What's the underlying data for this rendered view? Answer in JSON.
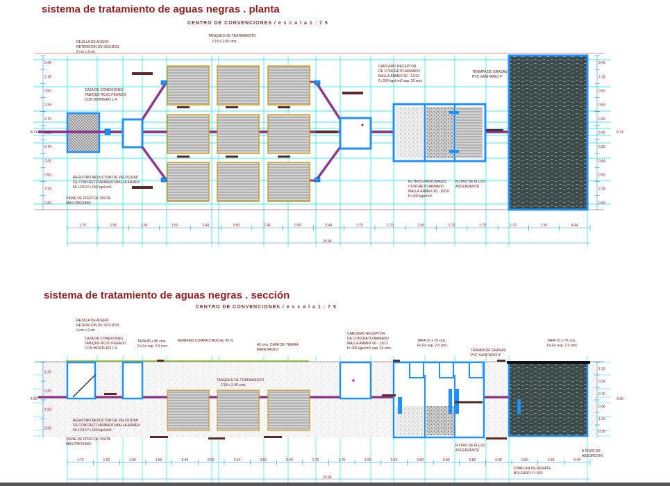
{
  "plan": {
    "title": "sistema de tratamiento de aguas negras . planta",
    "subtitle": "CENTRO DE CONVENCIONES / e s c a l a   1 : 7 5",
    "labels": {
      "rejilla": [
        "REJILLA DE ACERO",
        "RETENCION DE SOLIDOS",
        "2 cm x 2 cm"
      ],
      "caja": [
        "CAJA DE CONEXIONES",
        "TABIQUE ROJO PEGADO",
        "CON MORTERO 1:4"
      ],
      "tanques": [
        "TANQUES DE TRATAMIENTO",
        "2.18 x 2.46 cms."
      ],
      "carcamo": [
        "CARCAMO RECEPTOR",
        "DE CONCRETO ARMADO",
        "MALLA ARMEX 66 - 12/12",
        "f'c 200 kgs/cm2 esp. 20 cms."
      ],
      "trampa": [
        "TRAMPA DE GRASAS",
        "PVC SANITARIO 4\""
      ],
      "registro": [
        "REGISTRO REDUCTOR DE VELOCIDAD",
        "DE CONCRETO ARMADO MALLA ARMEX",
        "66-12/12 f'c 150 kgs/cm2."
      ],
      "viene": [
        "VIENE DE POZO DE VISITA",
        "MAS PROXIMO"
      ],
      "filtros": [
        "FILTROS PRINCIPALES",
        "CONCRETO ARMADO",
        "MALLA ARMEX 66 - 10/10",
        "f'c 200 kgs/cm2"
      ],
      "filtro_flujo": [
        "FILTRO DE FLUJO",
        "ASCENDENTE"
      ]
    },
    "dims_bottom": [
      "1.70",
      "1.50",
      "1.00",
      "1.50",
      "2.44",
      "0.50",
      "2.44",
      "0.50",
      "2.44",
      "1.70",
      "1.70",
      "1.50",
      "1.70",
      "1.70",
      "1.70",
      "1.50",
      "4.44"
    ],
    "total": "25.96",
    "dims_left": [
      "0.40",
      "2.18",
      "0.50",
      "0.26",
      "0.76",
      "0.50",
      "0.76",
      "0.26",
      "0.50",
      "2.18",
      "0.40"
    ],
    "total_left": "8.74",
    "dims_right": [
      "0.40",
      "2.18",
      "0.50",
      "0.64",
      "0.30",
      "0.70",
      "0.30",
      "0.64",
      "0.50",
      "2.18",
      "0.40"
    ],
    "total_right": "8.74"
  },
  "section": {
    "title": "sistema de tratamiento de aguas negras . sección",
    "subtitle": "CENTRO DE CONVENCIONES / e s c a l a   1 : 7 5",
    "labels": {
      "rejilla": [
        "REJILLA DE ACERO",
        "RETENCION DE SOLIDOS",
        "2 cm x 2 cm"
      ],
      "caja": [
        "CAJA DE CONEXIONES",
        "TABIQUE ROJO PEGADO",
        "CON MORTERO 1:4"
      ],
      "tapa1": [
        "TAPA 85 x 85 cms.",
        "Fo.Fo esp. 2.5 cms."
      ],
      "terreno": "TERRENO COMPACTADO AL 95 %",
      "capa": [
        "40 cms. CAPA DE TIERRA",
        "PARA PASTO"
      ],
      "tanques": [
        "TANQUES DE TRATAMIENTO",
        "2.18 x 2.46 cms."
      ],
      "carcamo": [
        "CARCAMO RECEPTOR",
        "DE CONCRETO ARMADO",
        "MALLA ARMEX 66 - 12/12",
        "f'c 200 kgs/cm2 esp. 20 cms."
      ],
      "tapa2": [
        "TAPA 70 x 70 cms.",
        "Fo.Fo esp. 2.5 cms."
      ],
      "trampa": [
        "TRAMPA DE GRASAS",
        "PVC SANITARIO 4\""
      ],
      "tapa3": [
        "TAPA 70 x 70 cms.",
        "Fo.Fo esp. 2.5 cms."
      ],
      "registro": [
        "REGISTRO REDUCTOR DE VELOCIDAD",
        "DE CONCRETO ARMADO MALLA ARMEX",
        "66-12/12 f'c 150 kgs/cm2."
      ],
      "viene": [
        "VIENE DE POZO DE VISITA",
        "MAS PROXIMO"
      ],
      "filtro_flujo": [
        "FILTRO DE FLUJO",
        "ASCENDENTE"
      ],
      "chaflan": [
        "CHAFLAN DE REMATE",
        "BOLEADO Y LISO"
      ],
      "absorcion": [
        "A POZO DE",
        "ABSORCION"
      ]
    },
    "dims_bottom": [
      "1.70",
      "1.50",
      "1.00",
      "1.50",
      "2.44",
      "0.50",
      "2.44",
      "0.50",
      "2.44",
      "1.70",
      "1.70",
      "1.50",
      "0.90",
      "0.80",
      "0.90",
      "0.80",
      "0.90",
      "0.80",
      "1.50",
      "4.44"
    ],
    "total": "25.96",
    "dims_left": [
      "1.20",
      "0.30",
      "1.20",
      "0.30"
    ],
    "total_left": "4.30",
    "dims_right": [
      "1.20",
      "0.30",
      "0.70",
      "0.30",
      "1.20",
      "0.30"
    ],
    "total_right": "4.30"
  },
  "colors": {
    "title": "#8b2323",
    "grid": "#00e5ee",
    "wall": "#1e90ff",
    "pipe": "#8b3a8b",
    "tank_border": "#cd9b1d",
    "dim": "#b8860b",
    "label": "#5a1010",
    "water": "#2f4f4f"
  }
}
